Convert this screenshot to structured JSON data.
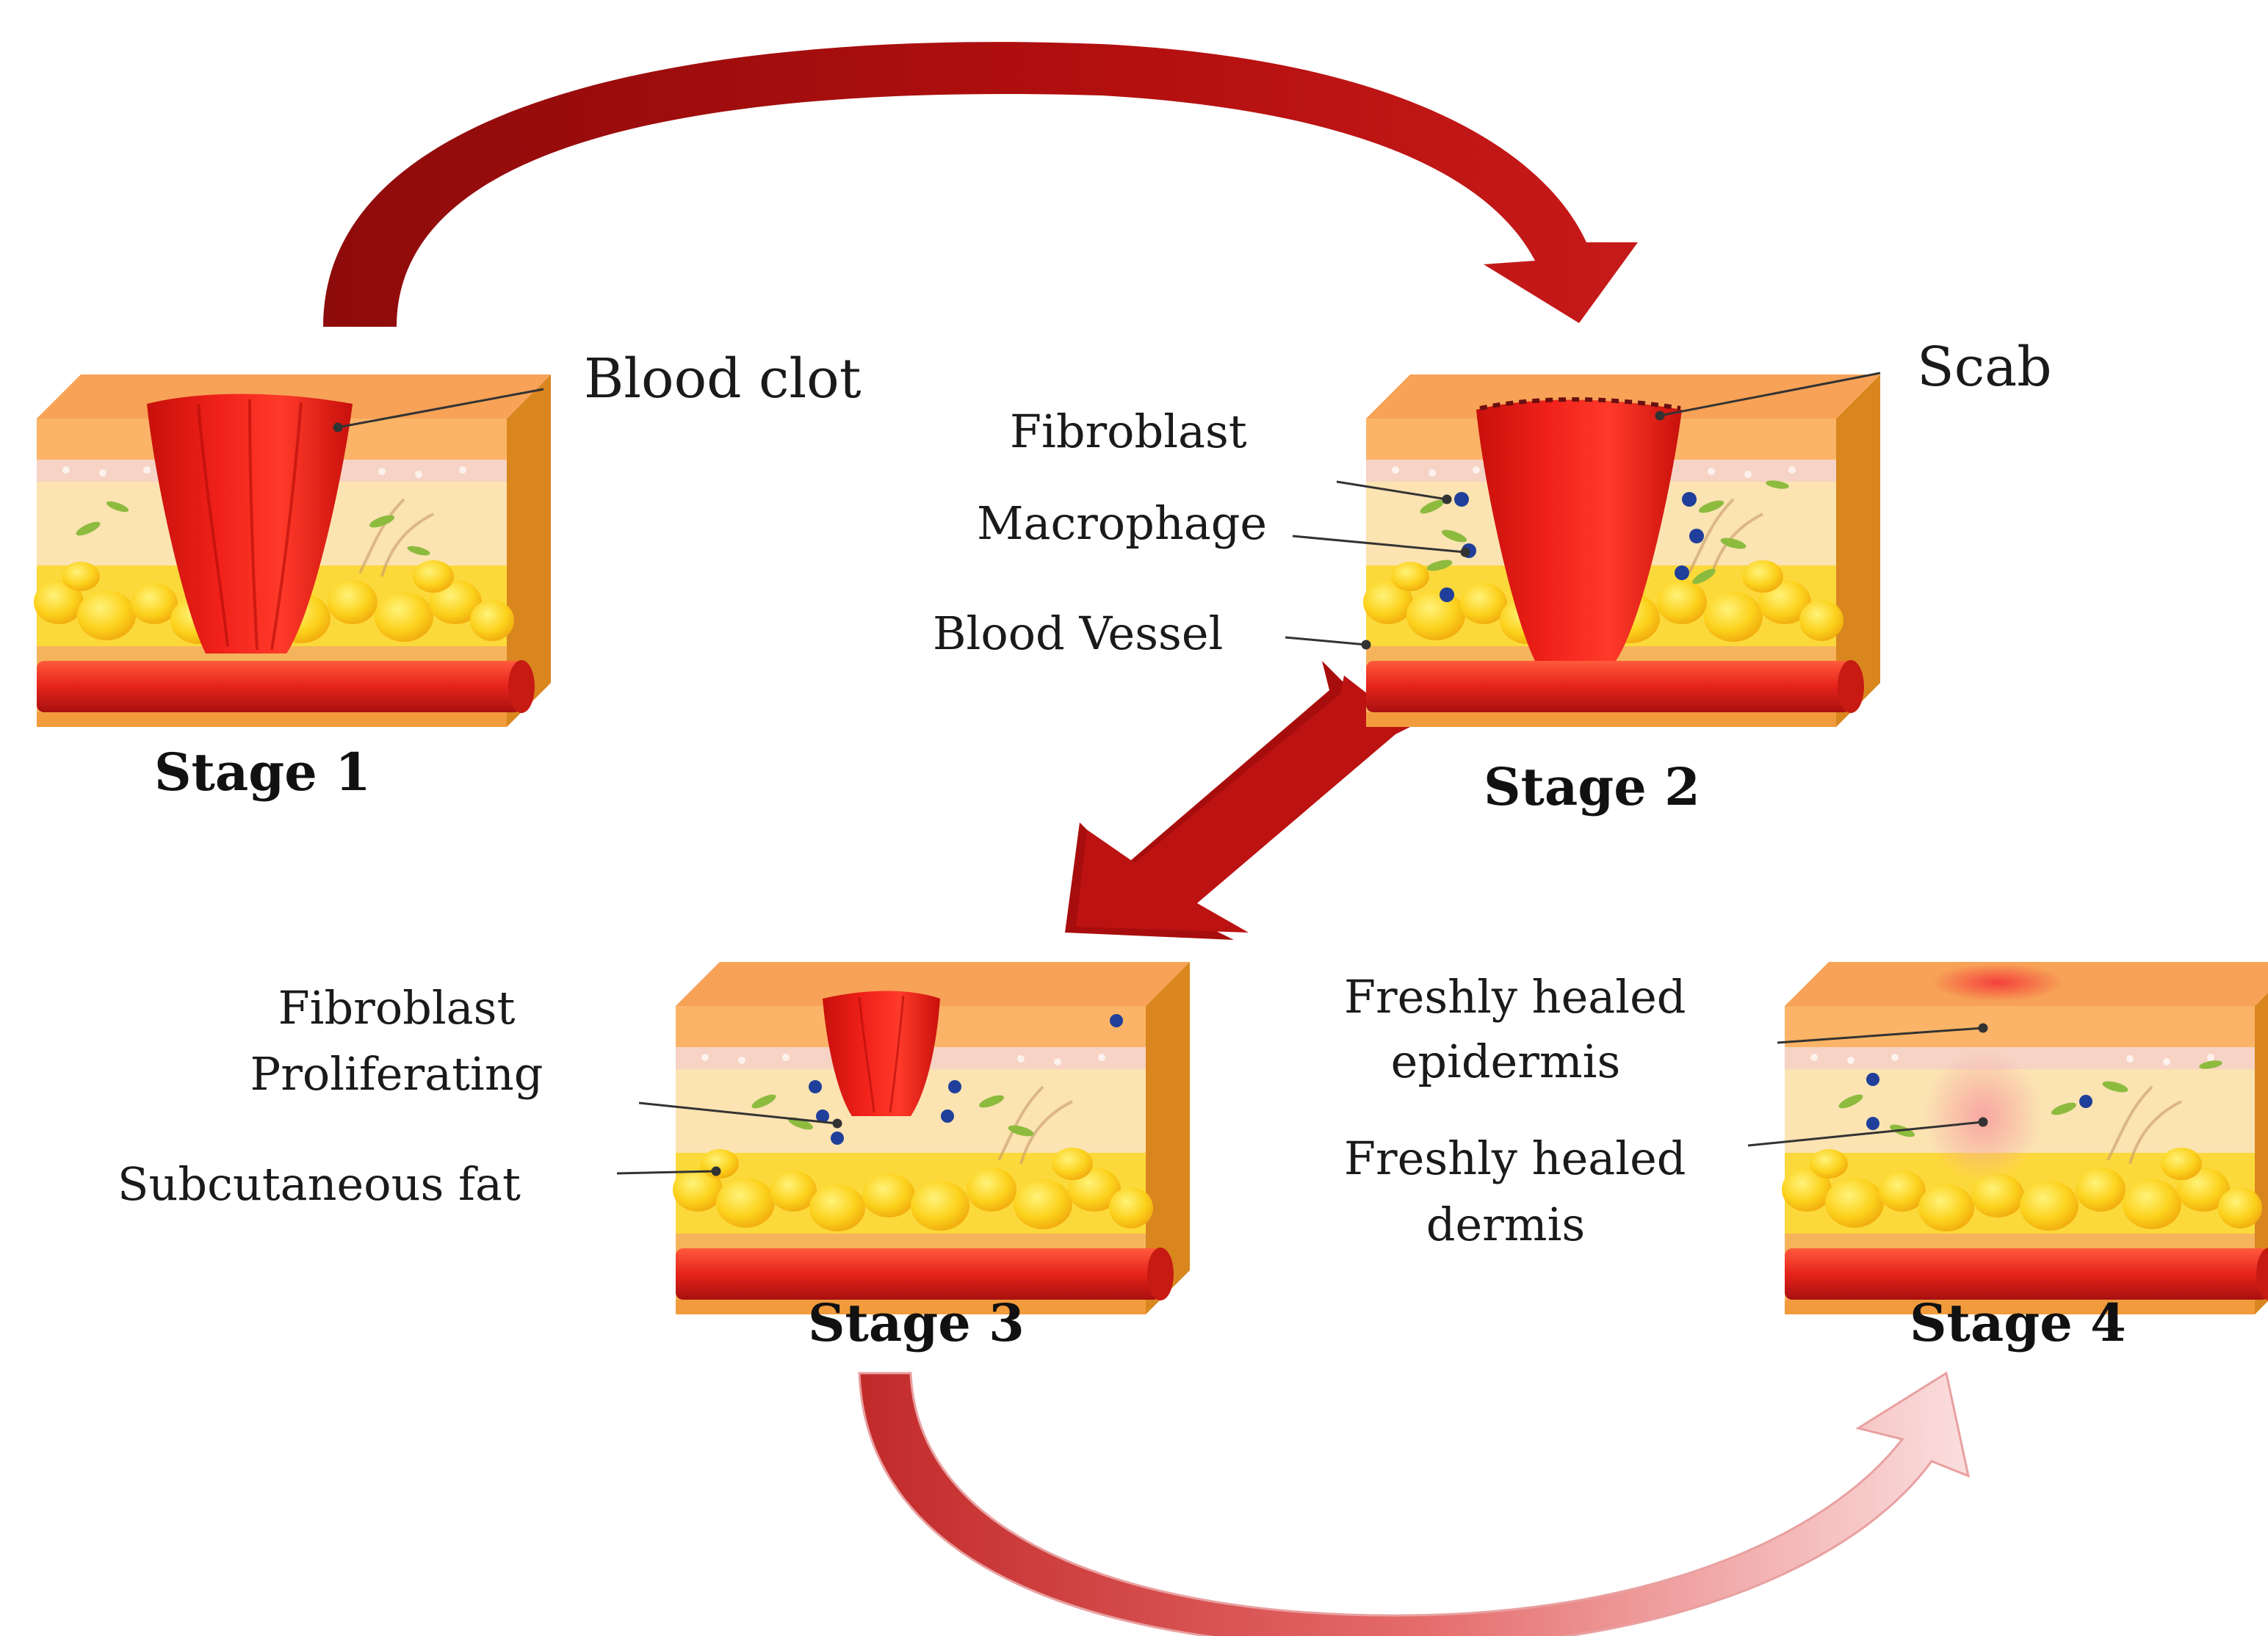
{
  "stages": [
    {
      "title": "Stage 1"
    },
    {
      "title": "Stage 2"
    },
    {
      "title": "Stage 3"
    },
    {
      "title": "Stage 4"
    }
  ],
  "labels": {
    "blood_clot": "Blood clot",
    "scab": "Scab",
    "fibroblast": "Fibroblast",
    "macrophage": "Macrophage",
    "blood_vessel": "Blood Vessel",
    "fibroblast_proliferating_1": "Fibroblast",
    "fibroblast_proliferating_2": "Proliferating",
    "subcutaneous_fat": "Subcutaneous  fat",
    "healed_epidermis_1": "Freshly  healed",
    "healed_epidermis_2": "epidermis",
    "healed_dermis_1": "Freshly  healed",
    "healed_dermis_2": "dermis"
  },
  "colors": {
    "arrow_dark": "#b30f0f",
    "arrow_light": "#f2b9b9",
    "epidermis": "#f7a256",
    "dermis": "#fbe3b2",
    "fat": "#fbcf1b",
    "vessel": "#e5231b",
    "wound": "#f0211a",
    "fibroblast": "#8dbb3e",
    "macrophage": "#1f3f9a"
  }
}
